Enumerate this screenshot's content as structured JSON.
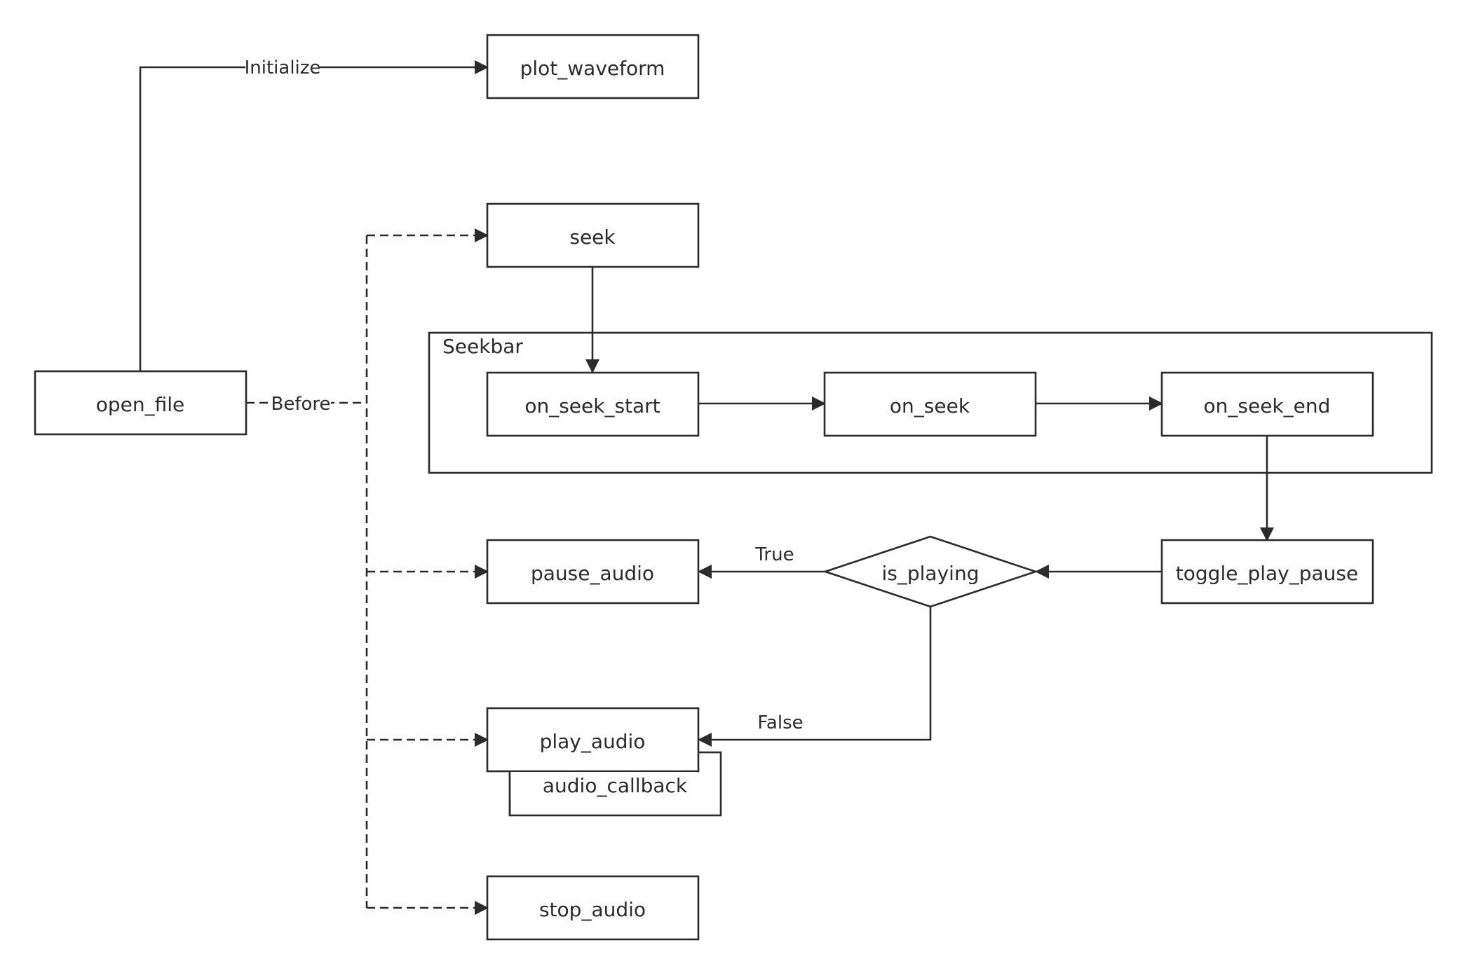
{
  "nodes": {
    "open_file": "open_file",
    "plot_waveform": "plot_waveform",
    "seek": "seek",
    "on_seek_start": "on_seek_start",
    "on_seek": "on_seek",
    "on_seek_end": "on_seek_end",
    "toggle_play_pause": "toggle_play_pause",
    "is_playing": "is_playing",
    "pause_audio": "pause_audio",
    "play_audio": "play_audio",
    "audio_callback": "audio_callback",
    "stop_audio": "stop_audio"
  },
  "groups": {
    "seekbar": "Seekbar"
  },
  "edges": {
    "initialize": "Initialize",
    "before": "Before",
    "true_label": "True",
    "false_label": "False"
  },
  "colors": {
    "stroke": "#2b2b2b",
    "background": "#ffffff"
  }
}
